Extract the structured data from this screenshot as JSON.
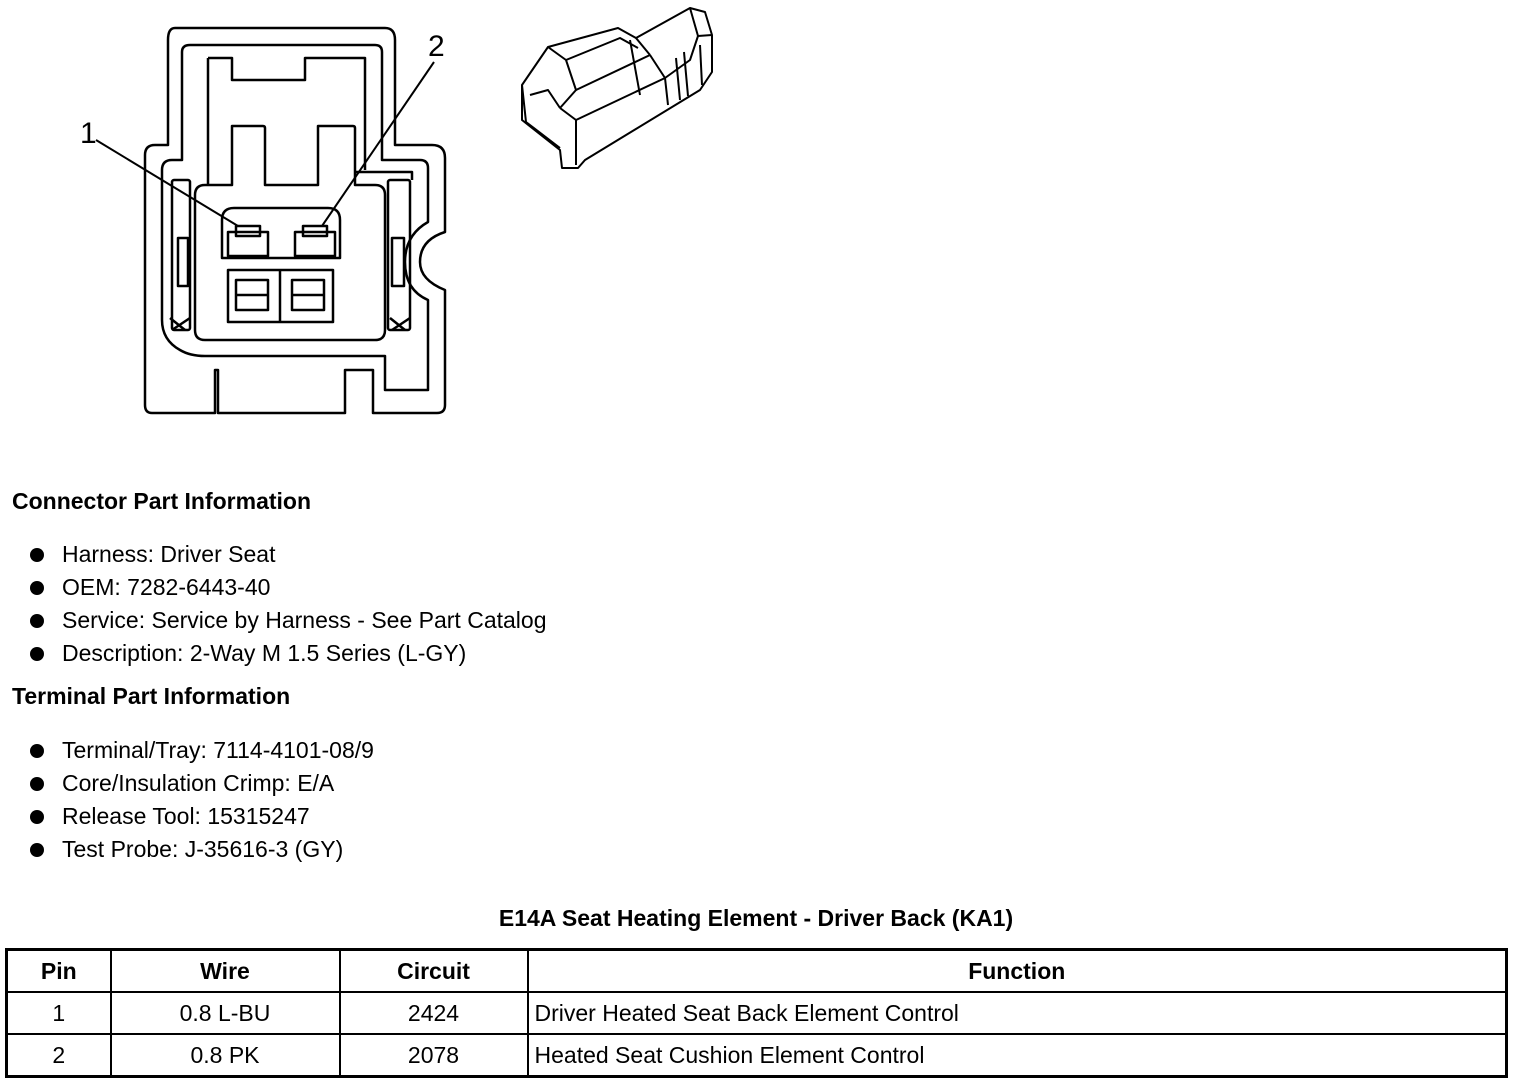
{
  "diagram": {
    "callouts": [
      "1",
      "2"
    ]
  },
  "connector_info": {
    "title": "Connector Part Information",
    "items": [
      "Harness: Driver Seat",
      "OEM: 7282-6443-40",
      "Service: Service by Harness - See Part Catalog",
      "Description: 2-Way M 1.5 Series (L-GY)"
    ]
  },
  "terminal_info": {
    "title": "Terminal Part Information",
    "items": [
      "Terminal/Tray: 7114-4101-08/9",
      "Core/Insulation Crimp: E/A",
      "Release Tool: 15315247",
      "Test Probe: J-35616-3 (GY)"
    ]
  },
  "table": {
    "title": "E14A Seat Heating Element - Driver Back (KA1)",
    "headers": [
      "Pin",
      "Wire",
      "Circuit",
      "Function"
    ],
    "rows": [
      [
        "1",
        "0.8 L-BU",
        "2424",
        "Driver Heated Seat Back Element Control"
      ],
      [
        "2",
        "0.8 PK",
        "2078",
        "Heated Seat Cushion Element Control"
      ]
    ]
  }
}
